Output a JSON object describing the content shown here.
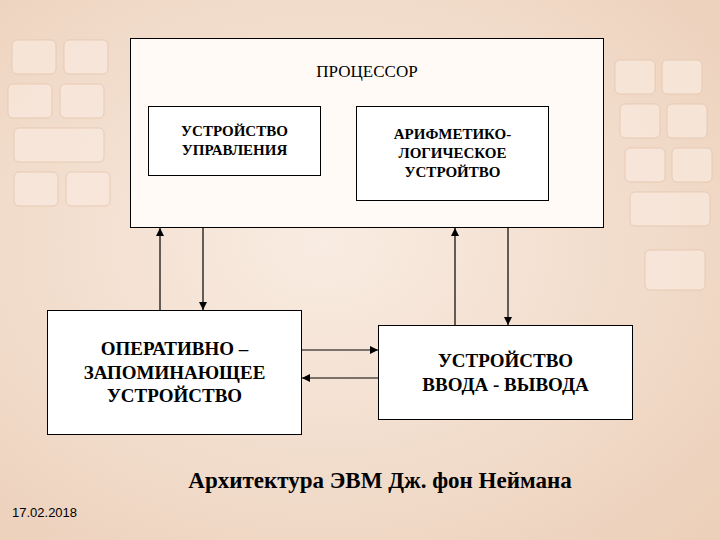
{
  "diagram": {
    "caption": "Архитектура ЭВМ Дж. фон Неймана",
    "nodes": [
      {
        "text": [
          "ПРОЦЕССОР"
        ]
      },
      {
        "text": [
          "УСТРОЙСТВО УПРАВЛЕНИЯ"
        ],
        "in": 0
      },
      {
        "text": [
          "АРИФМЕТИКО- ЛОГИЧЕСКОЕ УСТРОЙТВО"
        ],
        "in": 0
      },
      {
        "text": [
          "ОПЕРАТИВНО – ЗАПОМИНАЮЩЕЕ УСТРОЙСТВО"
        ]
      },
      {
        "text": [
          "УСТРОЙСТВО ВВОДА - ВЫВОДА"
        ]
      }
    ],
    "edges": [
      {
        "from": 3,
        "to": 0,
        "arrow": "to"
      },
      {
        "from": 0,
        "to": 3,
        "arrow": "to"
      },
      {
        "from": 4,
        "to": 0,
        "arrow": "to"
      },
      {
        "from": 0,
        "to": 4,
        "arrow": "to"
      },
      {
        "from": 3,
        "to": 4,
        "arrow": "to"
      },
      {
        "from": 4,
        "to": 3,
        "arrow": "to"
      }
    ],
    "labels": [
      "17.02.2018"
    ]
  }
}
